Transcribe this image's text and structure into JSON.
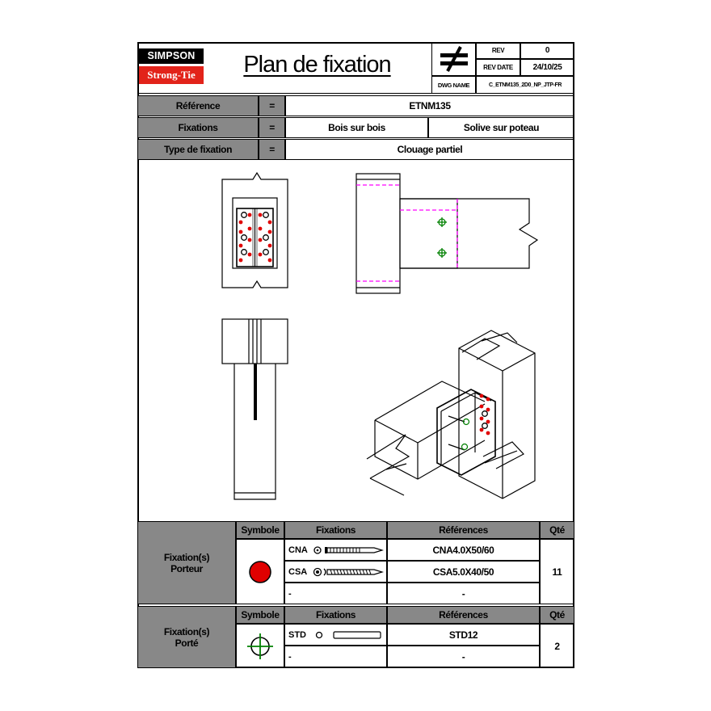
{
  "header": {
    "brand_top": "SIMPSON",
    "brand_bottom": "Strong-Tie",
    "title": "Plan de fixation",
    "rev_label": "REV",
    "rev_value": "0",
    "rev_date_label": "REV DATE",
    "rev_date_value": "24/10/25",
    "dwg_name_label": "DWG NAME",
    "dwg_name_value": "C_ETNM135_2D0_NP_JTP-FR"
  },
  "info": {
    "reference_label": "Référence",
    "reference_value": "ETNM135",
    "fixations_label": "Fixations",
    "fixations_value_1": "Bois sur bois",
    "fixations_value_2": "Solive sur poteau",
    "type_label": "Type de fixation",
    "type_value": "Clouage partiel",
    "equals": "="
  },
  "colors": {
    "grey": "#888888",
    "red": "#e00000",
    "magenta": "#ff00ff",
    "green": "#008000"
  },
  "porteur": {
    "section_label_1": "Fixation(s)",
    "section_label_2": "Porteur",
    "col_symbole": "Symbole",
    "col_fixations": "Fixations",
    "col_references": "Références",
    "col_qte": "Qté",
    "rows": [
      {
        "code": "CNA",
        "reference": "CNA4.0X50/60"
      },
      {
        "code": "CSA",
        "reference": "CSA5.0X40/50"
      },
      {
        "code": "-",
        "reference": "-"
      }
    ],
    "qty": "11",
    "symbol_icon": "red-dot-icon"
  },
  "porte": {
    "section_label_1": "Fixation(s)",
    "section_label_2": "Porté",
    "col_symbole": "Symbole",
    "col_fixations": "Fixations",
    "col_references": "Références",
    "col_qte": "Qté",
    "rows": [
      {
        "code": "STD",
        "reference": "STD12"
      },
      {
        "code": "-",
        "reference": "-"
      }
    ],
    "qty": "2",
    "symbol_icon": "green-crosshair-icon"
  }
}
